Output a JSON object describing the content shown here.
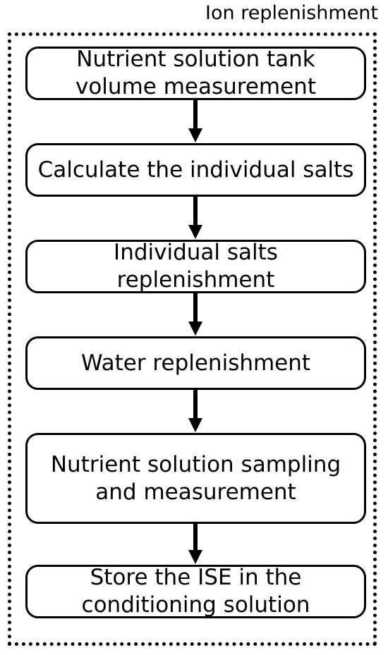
{
  "title": "Ion replenishment",
  "steps": [
    {
      "label": "Nutrient solution tank volume measurement"
    },
    {
      "label": "Calculate the individual salts"
    },
    {
      "label": "Individual salts replenishment"
    },
    {
      "label": "Water replenishment"
    },
    {
      "label": "Nutrient solution sampling and measurement"
    },
    {
      "label": "Store the ISE in the conditioning solution"
    }
  ],
  "colors": {
    "stroke": "#000000",
    "background": "#ffffff"
  }
}
